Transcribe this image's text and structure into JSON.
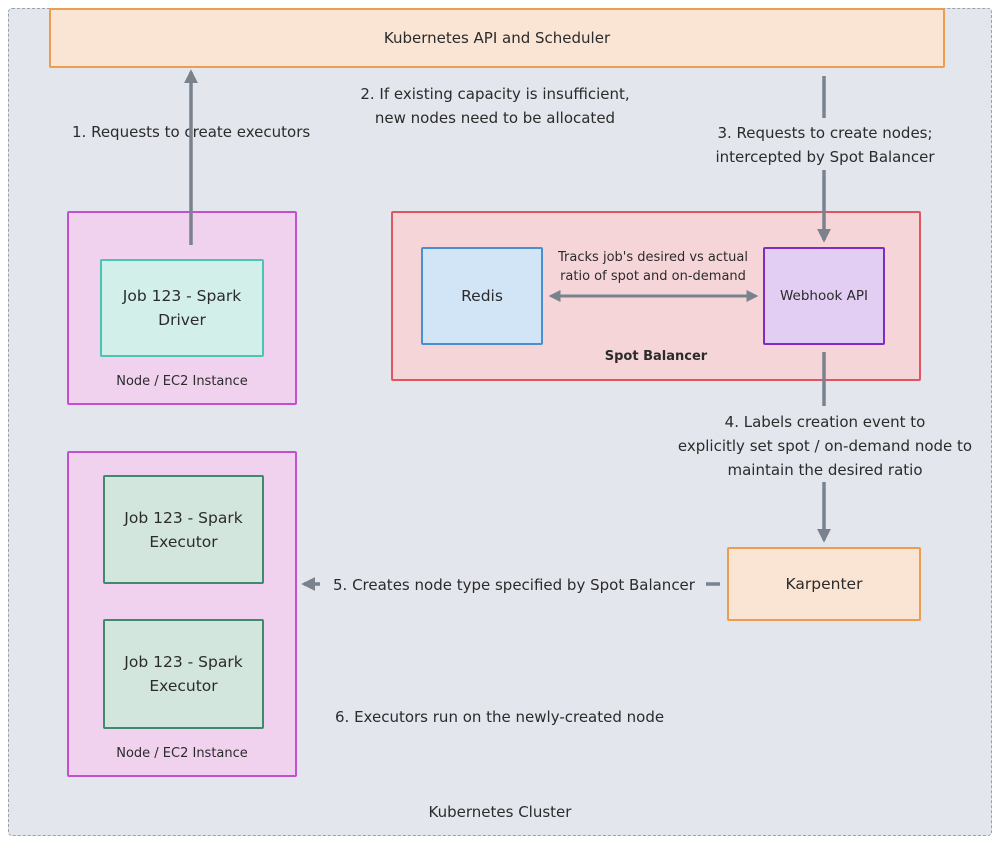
{
  "cluster": {
    "label": "Kubernetes Cluster"
  },
  "api": {
    "label": "Kubernetes API and Scheduler"
  },
  "node_driver": {
    "label": "Node / EC2 Instance",
    "driver_line1": "Job 123 - Spark",
    "driver_line2": "Driver"
  },
  "node_executors": {
    "label": "Node / EC2 Instance",
    "executor1_line1": "Job 123 - Spark",
    "executor1_line2": "Executor",
    "executor2_line1": "Job 123 - Spark",
    "executor2_line2": "Executor"
  },
  "spot_balancer": {
    "label": "Spot Balancer",
    "redis": "Redis",
    "webhook": "Webhook API",
    "tracks_line1": "Tracks job's desired vs actual",
    "tracks_line2": "ratio of spot and on-demand"
  },
  "karpenter": {
    "label": "Karpenter"
  },
  "steps": {
    "s1": "1.  Requests to create executors",
    "s2_line1": "2.  If existing capacity is insufficient,",
    "s2_line2": "new nodes need to be allocated",
    "s3_line1": "3.  Requests to create nodes;",
    "s3_line2": "intercepted by Spot Balancer",
    "s4_line1": "4.  Labels creation event to",
    "s4_line2": "explicitly set spot / on-demand node to",
    "s4_line3": "maintain the desired ratio",
    "s5": "5.  Creates node type specified by Spot Balancer",
    "s6": "6.  Executors run on the newly-created node"
  },
  "colors": {
    "arrow": "#7a828d",
    "api_fill": "#fae4d3",
    "node_fill": "#f0d2ef",
    "spot_fill": "#f6d5d9"
  }
}
